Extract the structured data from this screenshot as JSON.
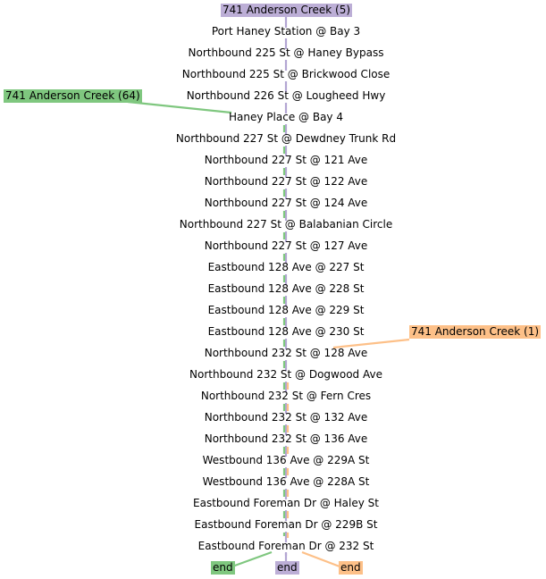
{
  "routes": {
    "purple": {
      "label": "741 Anderson Creek (5)",
      "color": "#b3a6d3"
    },
    "green": {
      "label": "741 Anderson Creek (64)",
      "color": "#7fc77f"
    },
    "orange": {
      "label": "741 Anderson Creek (1)",
      "color": "#fdc088"
    }
  },
  "stops": [
    "Port Haney Station @ Bay 3",
    "Northbound 225 St @ Haney Bypass",
    "Northbound 225 St @ Brickwood Close",
    "Northbound 226 St @ Lougheed Hwy",
    "Haney Place @ Bay 4",
    "Northbound 227 St @ Dewdney Trunk Rd",
    "Northbound 227 St @ 121 Ave",
    "Northbound 227 St @ 122 Ave",
    "Northbound 227 St @ 124 Ave",
    "Northbound 227 St @ Balabanian Circle",
    "Northbound 227 St @ 127 Ave",
    "Eastbound 128 Ave @ 227 St",
    "Eastbound 128 Ave @ 228 St",
    "Eastbound 128 Ave @ 229 St",
    "Eastbound 128 Ave @ 230 St",
    "Northbound 232 St @ 128 Ave",
    "Northbound 232 St @ Dogwood Ave",
    "Northbound 232 St @ Fern Cres",
    "Northbound 232 St @ 132 Ave",
    "Northbound 232 St @ 136 Ave",
    "Westbound 136 Ave @ 229A St",
    "Westbound 136 Ave @ 228A St",
    "Eastbound Foreman Dr @ Haley St",
    "Eastbound Foreman Dr @ 229B St",
    "Eastbound Foreman Dr @ 232 St"
  ],
  "end_labels": {
    "green": "end",
    "purple": "end",
    "orange": "end"
  }
}
